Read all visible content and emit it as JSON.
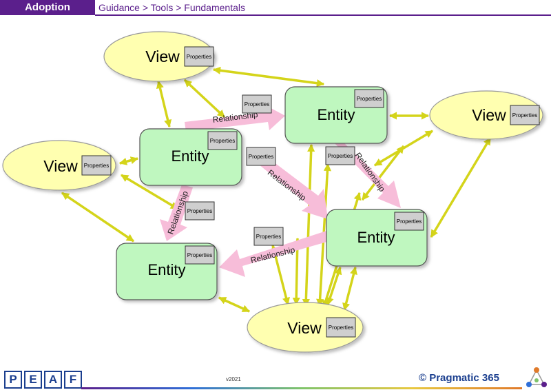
{
  "header": {
    "tag": "Adoption",
    "breadcrumb": "Guidance > Tools > Fundamentals"
  },
  "diagram": {
    "entity_label": "Entity",
    "view_label": "View",
    "properties_label": "Properties",
    "relationship_label": "Relationship",
    "colors": {
      "entity_fill": "#bff7bf",
      "view_fill": "#ffffb0",
      "relationship": "#f7bdd9",
      "connector": "#d4d41a"
    }
  },
  "footer": {
    "logo_letters": [
      "P",
      "E",
      "A",
      "F"
    ],
    "version": "v2021",
    "copyright": "© Pragmatic 365"
  }
}
